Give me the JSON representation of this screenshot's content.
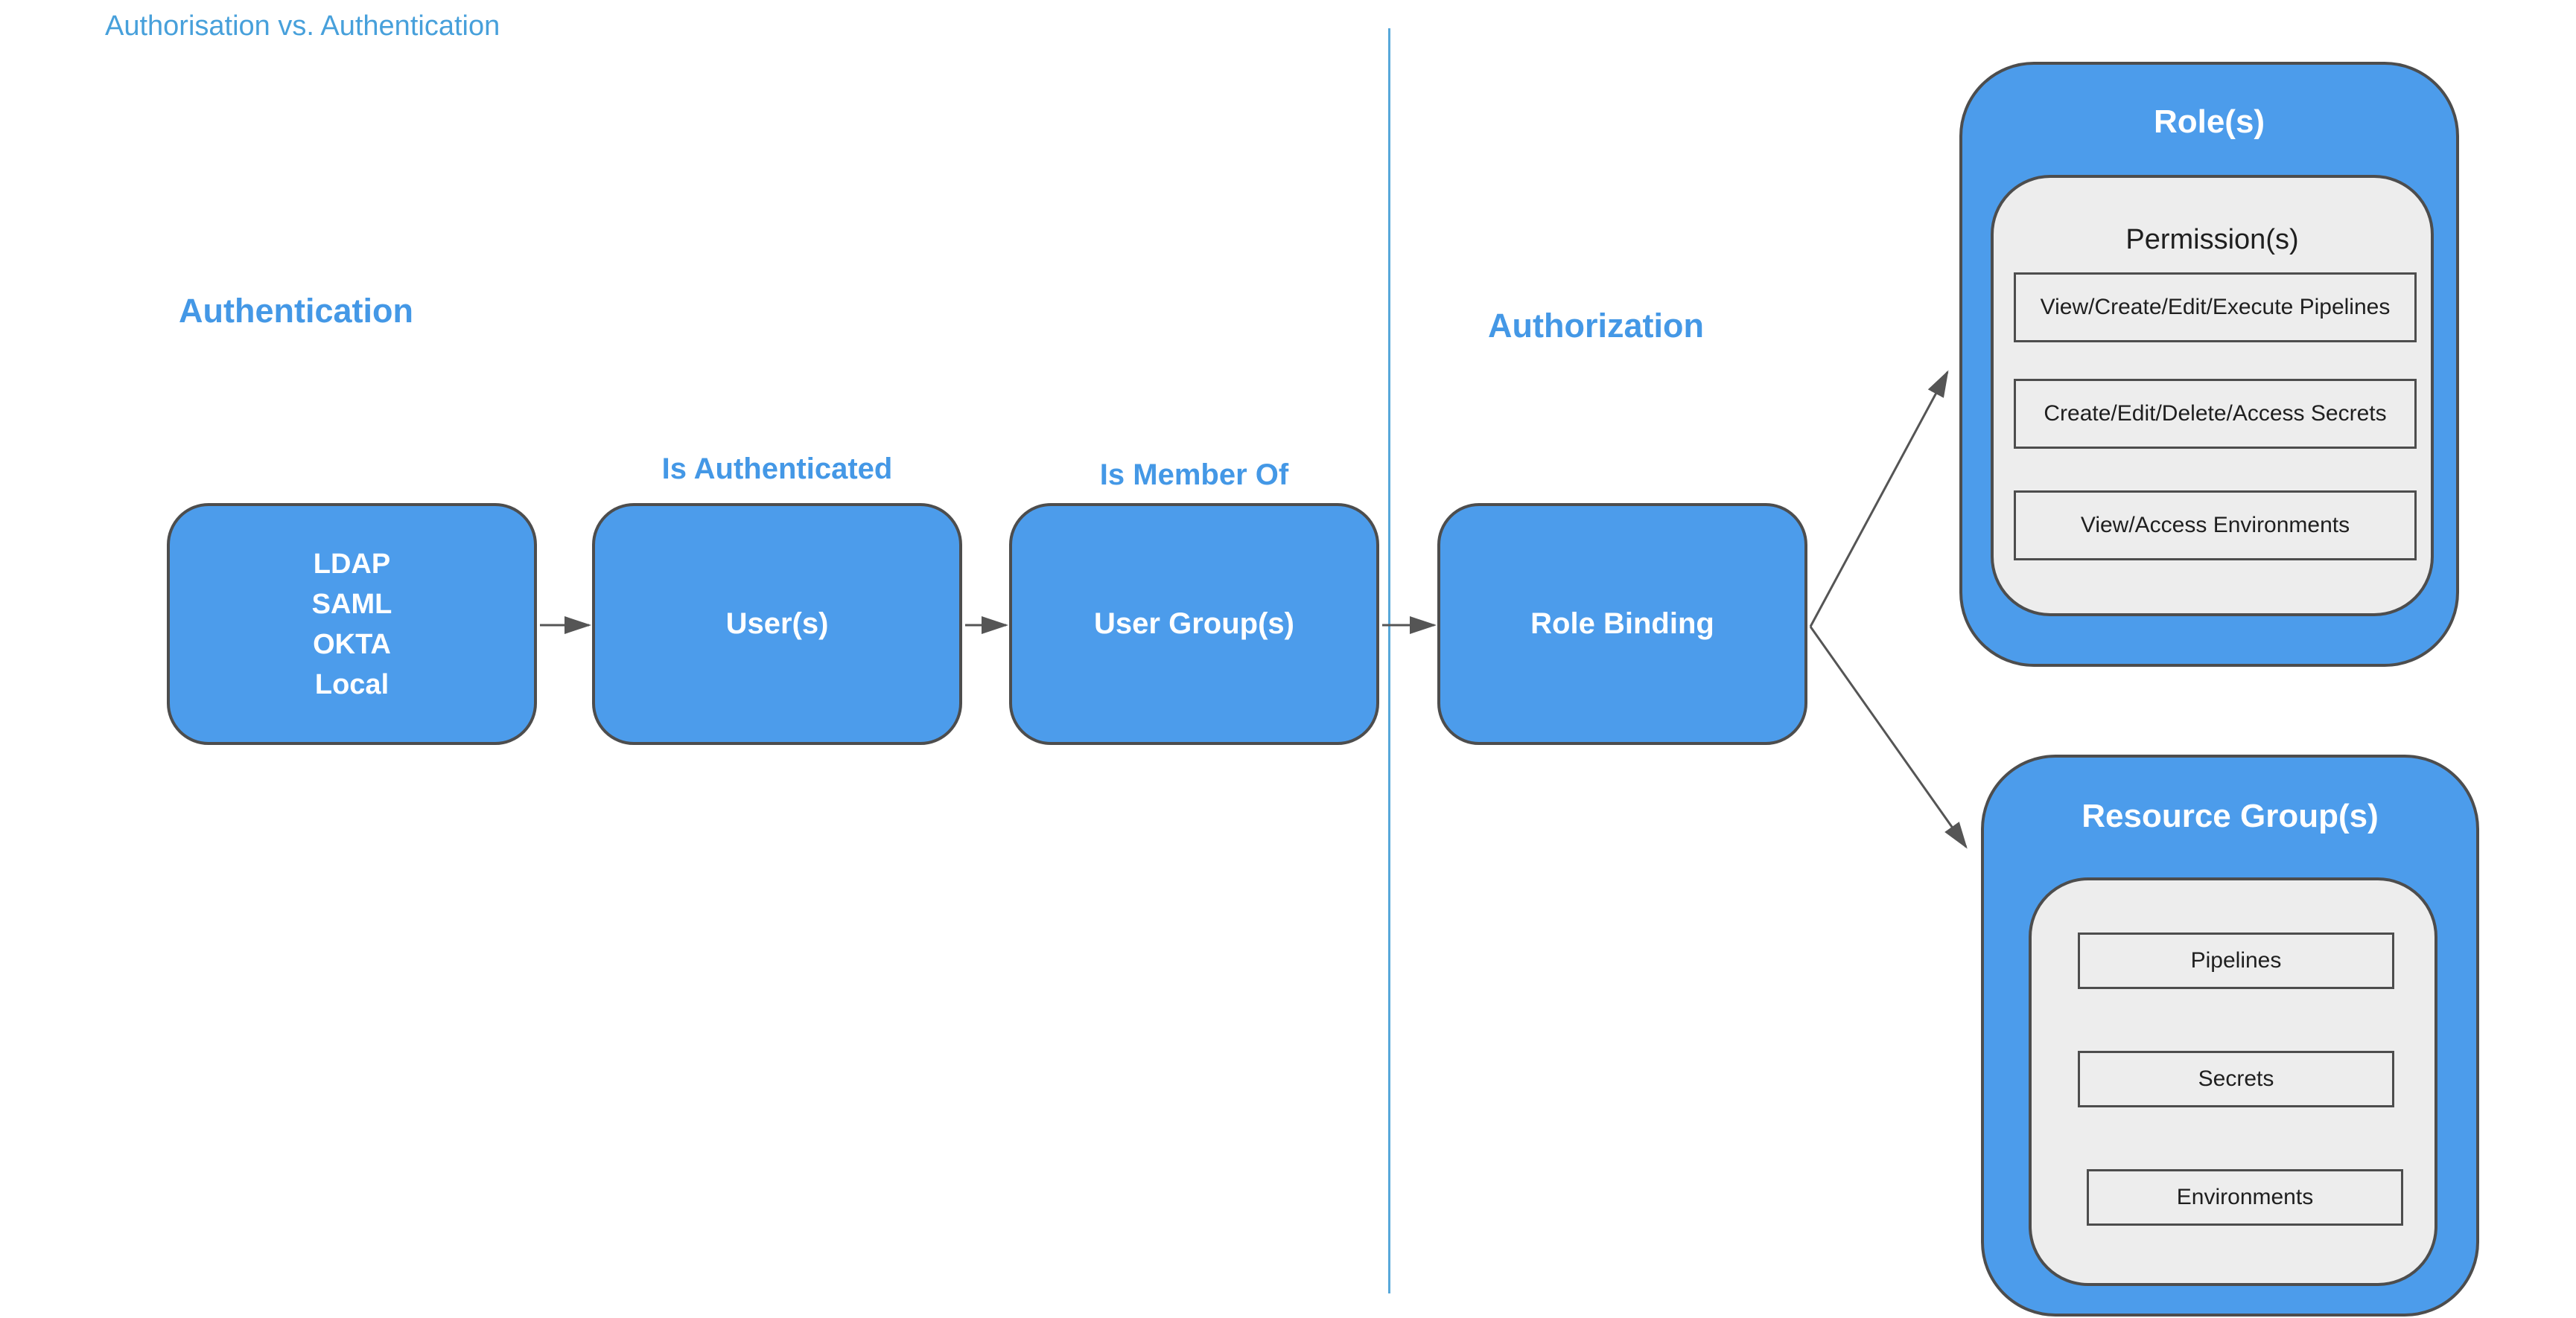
{
  "page_title": "Authorisation vs. Authentication",
  "colors": {
    "node_fill": "#4C9CEB",
    "node_border": "#4D4D4D",
    "heading_text": "#4498E6",
    "title_text": "#47A0DB",
    "panel_fill": "#EDEDED",
    "inner_box_fill": "#EDEDED",
    "dark_text": "#1F1F1F",
    "arrow": "#555555",
    "divider": "#58A8DA",
    "white_text": "#FFFFFF"
  },
  "sections": {
    "authentication": {
      "heading": "Authentication"
    },
    "authorization": {
      "heading": "Authorization"
    }
  },
  "flow": {
    "identity_providers": {
      "lines": [
        "LDAP",
        "SAML",
        "OKTA",
        "Local"
      ]
    },
    "users": {
      "label": "User(s)",
      "annotation": "Is Authenticated"
    },
    "user_groups": {
      "label": "User Group(s)",
      "annotation": "Is Member Of"
    },
    "role_binding": {
      "label": "Role Binding"
    }
  },
  "roles": {
    "title": "Role(s)",
    "permissions_title": "Permission(s)",
    "permissions": [
      "View/Create/Edit/Execute Pipelines",
      "Create/Edit/Delete/Access Secrets",
      "View/Access Environments"
    ]
  },
  "resource_groups": {
    "title": "Resource Group(s)",
    "resources": [
      "Pipelines",
      "Secrets",
      "Environments"
    ]
  }
}
